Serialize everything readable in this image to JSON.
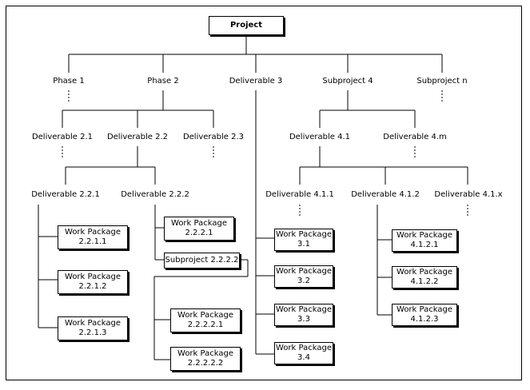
{
  "root": "Project",
  "level1": {
    "phase1": "Phase 1",
    "phase2": "Phase 2",
    "deliverable3": "Deliverable 3",
    "subproject4": "Subproject 4",
    "subprojectn": "Subproject n"
  },
  "level2": {
    "d21": "Deliverable 2.1",
    "d22": "Deliverable 2.2",
    "d23": "Deliverable 2.3",
    "d41": "Deliverable 4.1",
    "d4m": "Deliverable 4.m"
  },
  "level3": {
    "d221": "Deliverable 2.2.1",
    "d222": "Deliverable 2.2.2",
    "d411": "Deliverable 4.1.1",
    "d412": "Deliverable 4.1.2",
    "d41x": "Deliverable 4.1.x"
  },
  "workpackage_label": "Work Package",
  "wp": {
    "w2211": "2.2.1.1",
    "w2212": "2.2.1.2",
    "w2213": "2.2.1.3",
    "w2221": "2.2.2.1",
    "w22221": "2.2.2.2.1",
    "w22222": "2.2.2.2.2",
    "w31": "3.1",
    "w32": "3.2",
    "w33": "3.3",
    "w34": "3.4",
    "w4121": "4.1.2.1",
    "w4122": "4.1.2.2",
    "w4123": "4.1.2.3"
  },
  "sub2222": "Subproject 2.2.2.2"
}
